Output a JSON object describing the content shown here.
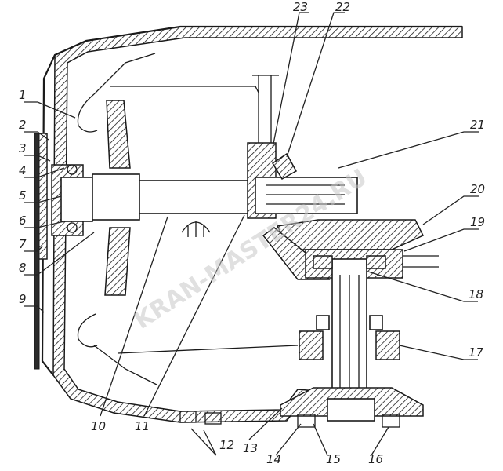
{
  "callouts": [
    {
      "label": "1"
    },
    {
      "label": "2"
    },
    {
      "label": "3"
    },
    {
      "label": "4"
    },
    {
      "label": "5"
    },
    {
      "label": "6"
    },
    {
      "label": "7"
    },
    {
      "label": "8"
    },
    {
      "label": "9"
    },
    {
      "label": "10"
    },
    {
      "label": "11"
    },
    {
      "label": "12"
    },
    {
      "label": "13"
    },
    {
      "label": "14"
    },
    {
      "label": "15"
    },
    {
      "label": "16"
    },
    {
      "label": "17"
    },
    {
      "label": "18"
    },
    {
      "label": "19"
    },
    {
      "label": "20"
    },
    {
      "label": "21"
    },
    {
      "label": "22"
    },
    {
      "label": "23"
    }
  ],
  "watermark": {
    "text": "KRAN-MASTER24.RU"
  }
}
